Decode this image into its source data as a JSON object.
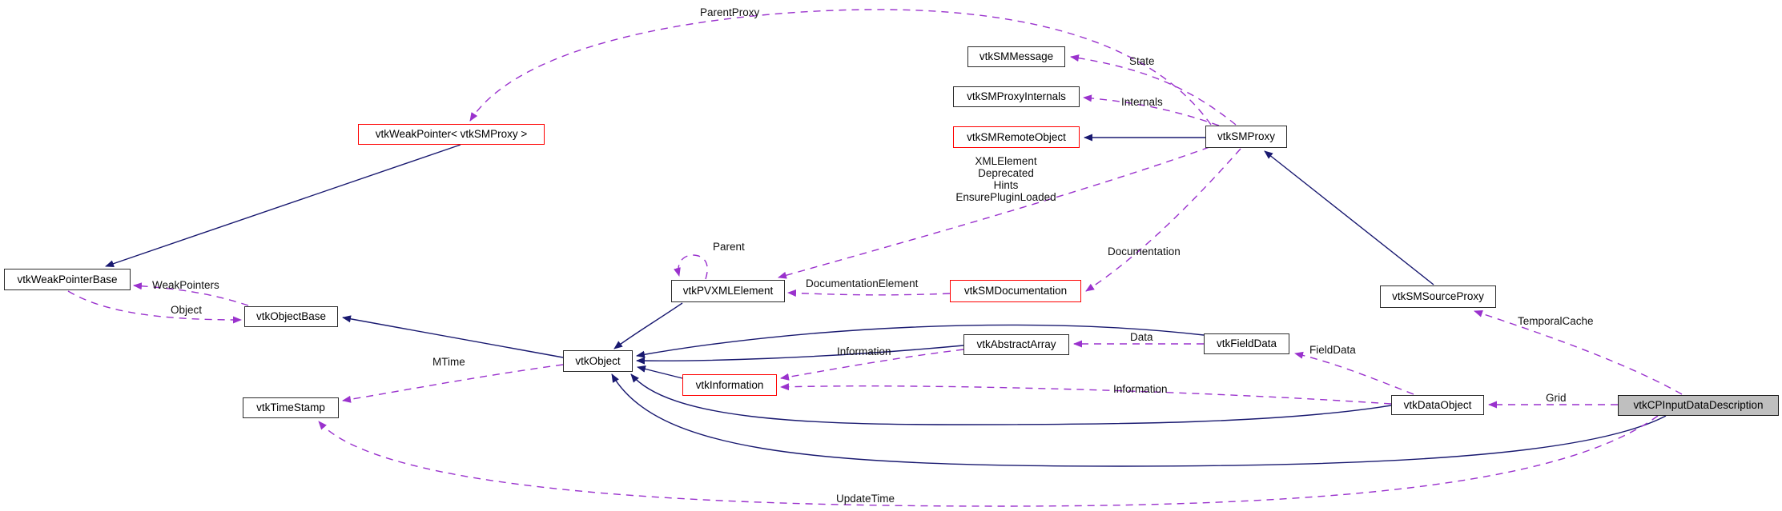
{
  "diagram": {
    "type": "class-collaboration-graph",
    "focus_class": "vtkCPInputDataDescription",
    "colors": {
      "background": "#ffffff",
      "inheritance_edge": "#191970",
      "usage_edge": "#9a32cd",
      "node_border": "#2b2b2b",
      "truncated_node_border": "#ff0000",
      "focus_node_fill": "#bfbfbf",
      "text": "#000000"
    },
    "nodes": [
      {
        "label": "vtkWeakPointer< vtkSMProxy >",
        "type": "truncated"
      },
      {
        "label": "vtkSMMessage",
        "type": "normal"
      },
      {
        "label": "vtkSMProxyInternals",
        "type": "normal"
      },
      {
        "label": "vtkSMRemoteObject",
        "type": "truncated"
      },
      {
        "label": "vtkSMProxy",
        "type": "normal"
      },
      {
        "label": "vtkPVXMLElement",
        "type": "normal"
      },
      {
        "label": "vtkSMDocumentation",
        "type": "truncated"
      },
      {
        "label": "vtkWeakPointerBase",
        "type": "normal"
      },
      {
        "label": "vtkObjectBase",
        "type": "normal"
      },
      {
        "label": "vtkSMSourceProxy",
        "type": "normal"
      },
      {
        "label": "vtkObject",
        "type": "normal"
      },
      {
        "label": "vtkTimeStamp",
        "type": "normal"
      },
      {
        "label": "vtkAbstractArray",
        "type": "normal"
      },
      {
        "label": "vtkFieldData",
        "type": "normal"
      },
      {
        "label": "vtkInformation",
        "type": "truncated"
      },
      {
        "label": "vtkDataObject",
        "type": "normal"
      },
      {
        "label": "vtkCPInputDataDescription",
        "type": "focus"
      }
    ],
    "edge_labels": [
      {
        "text": "ParentProxy"
      },
      {
        "text": "State"
      },
      {
        "text": "Internals"
      },
      {
        "text": "XMLElement\nDeprecated\nHints\nEnsurePluginLoaded"
      },
      {
        "text": "Parent"
      },
      {
        "text": "DocumentationElement"
      },
      {
        "text": "Documentation"
      },
      {
        "text": "WeakPointers"
      },
      {
        "text": "Object"
      },
      {
        "text": "MTime"
      },
      {
        "text": "Information"
      },
      {
        "text": "Data"
      },
      {
        "text": "FieldData"
      },
      {
        "text": "Information"
      },
      {
        "text": "TemporalCache"
      },
      {
        "text": "Grid"
      },
      {
        "text": "UpdateTime"
      }
    ],
    "edges": [
      {
        "from": "vtkWeakPointer< vtkSMProxy >",
        "to": "vtkWeakPointerBase",
        "style": "inheritance",
        "label": ""
      },
      {
        "from": "vtkObject",
        "to": "vtkObjectBase",
        "style": "inheritance",
        "label": ""
      },
      {
        "from": "vtkPVXMLElement",
        "to": "vtkObject",
        "style": "inheritance",
        "label": ""
      },
      {
        "from": "vtkAbstractArray",
        "to": "vtkObject",
        "style": "inheritance",
        "label": ""
      },
      {
        "from": "vtkInformation",
        "to": "vtkObject",
        "style": "inheritance",
        "label": ""
      },
      {
        "from": "vtkFieldData",
        "to": "vtkObject",
        "style": "inheritance",
        "label": ""
      },
      {
        "from": "vtkDataObject",
        "to": "vtkObject",
        "style": "inheritance",
        "label": ""
      },
      {
        "from": "vtkCPInputDataDescription",
        "to": "vtkObject",
        "style": "inheritance",
        "label": ""
      },
      {
        "from": "vtkSMProxy",
        "to": "vtkSMRemoteObject",
        "style": "inheritance",
        "label": ""
      },
      {
        "from": "vtkSMSourceProxy",
        "to": "vtkSMProxy",
        "style": "inheritance",
        "label": ""
      },
      {
        "from": "vtkSMProxy",
        "to": "vtkWeakPointer< vtkSMProxy >",
        "style": "usage",
        "label": "ParentProxy"
      },
      {
        "from": "vtkSMProxy",
        "to": "vtkSMMessage",
        "style": "usage",
        "label": "State"
      },
      {
        "from": "vtkSMProxy",
        "to": "vtkSMProxyInternals",
        "style": "usage",
        "label": "Internals"
      },
      {
        "from": "vtkSMProxy",
        "to": "vtkPVXMLElement",
        "style": "usage",
        "label": "XMLElement Deprecated Hints EnsurePluginLoaded"
      },
      {
        "from": "vtkSMProxy",
        "to": "vtkSMDocumentation",
        "style": "usage",
        "label": "Documentation"
      },
      {
        "from": "vtkSMDocumentation",
        "to": "vtkPVXMLElement",
        "style": "usage",
        "label": "DocumentationElement"
      },
      {
        "from": "vtkPVXMLElement",
        "to": "vtkPVXMLElement",
        "style": "usage",
        "label": "Parent"
      },
      {
        "from": "vtkObjectBase",
        "to": "vtkWeakPointerBase",
        "style": "usage",
        "label": "WeakPointers"
      },
      {
        "from": "vtkWeakPointerBase",
        "to": "vtkObjectBase",
        "style": "usage",
        "label": "Object"
      },
      {
        "from": "vtkObject",
        "to": "vtkTimeStamp",
        "style": "usage",
        "label": "MTime"
      },
      {
        "from": "vtkAbstractArray",
        "to": "vtkInformation",
        "style": "usage",
        "label": "Information"
      },
      {
        "from": "vtkDataObject",
        "to": "vtkInformation",
        "style": "usage",
        "label": "Information"
      },
      {
        "from": "vtkFieldData",
        "to": "vtkAbstractArray",
        "style": "usage",
        "label": "Data"
      },
      {
        "from": "vtkDataObject",
        "to": "vtkFieldData",
        "style": "usage",
        "label": "FieldData"
      },
      {
        "from": "vtkCPInputDataDescription",
        "to": "vtkSMSourceProxy",
        "style": "usage",
        "label": "TemporalCache"
      },
      {
        "from": "vtkCPInputDataDescription",
        "to": "vtkDataObject",
        "style": "usage",
        "label": "Grid"
      },
      {
        "from": "vtkCPInputDataDescription",
        "to": "vtkTimeStamp",
        "style": "usage",
        "label": "UpdateTime"
      }
    ]
  }
}
